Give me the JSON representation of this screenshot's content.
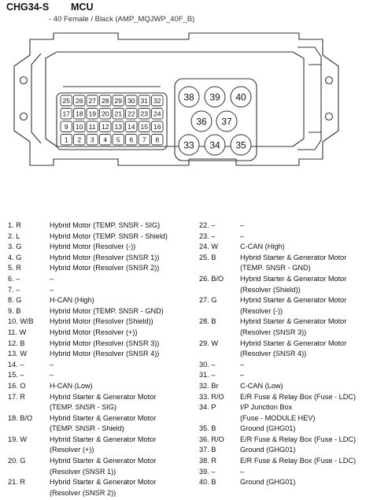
{
  "header": {
    "connector_code": "CHG34-S",
    "connector_name": "MCU",
    "subtitle": "- 40 Female / Black (AMP_MQJWP_40F_B)"
  },
  "connector": {
    "small_rows": [
      [
        "25",
        "26",
        "27",
        "28",
        "29",
        "30",
        "31",
        "32"
      ],
      [
        "17",
        "18",
        "19",
        "20",
        "21",
        "22",
        "23",
        "24"
      ],
      [
        "9",
        "10",
        "11",
        "12",
        "13",
        "14",
        "15",
        "16"
      ],
      [
        "1",
        "2",
        "3",
        "4",
        "5",
        "6",
        "7",
        "8"
      ]
    ],
    "big_top": [
      "38",
      "39",
      "40"
    ],
    "big_mid": [
      "36",
      "37"
    ],
    "big_bottom": [
      "33",
      "34",
      "35"
    ]
  },
  "pins_left": [
    {
      "num": "1. R",
      "desc": [
        "Hybrid Motor (TEMP. SNSR - SIG)"
      ]
    },
    {
      "num": "2. L",
      "desc": [
        "Hybrid Motor (TEMP. SNSR - Shield)"
      ]
    },
    {
      "num": "3. G",
      "desc": [
        "Hybrid Motor (Resolver (-))"
      ]
    },
    {
      "num": "4. G",
      "desc": [
        "Hybrid Motor (Resolver (SNSR 1))"
      ]
    },
    {
      "num": "5. R",
      "desc": [
        "Hybrid Motor (Resolver (SNSR 2))"
      ]
    },
    {
      "num": "6. –",
      "desc": [
        "–"
      ]
    },
    {
      "num": "7. –",
      "desc": [
        "–"
      ]
    },
    {
      "num": "8. G",
      "desc": [
        "H-CAN (High)"
      ]
    },
    {
      "num": "9. B",
      "desc": [
        "Hybrid Motor (TEMP. SNSR - GND)"
      ]
    },
    {
      "num": "10. W/B",
      "desc": [
        "Hybrid Motor (Resolver (Shield))"
      ]
    },
    {
      "num": "11. W",
      "desc": [
        "Hybrid Motor (Resolver (+))"
      ]
    },
    {
      "num": "12. B",
      "desc": [
        "Hybrid Motor (Resolver (SNSR 3))"
      ]
    },
    {
      "num": "13. W",
      "desc": [
        "Hybrid Motor (Resolver (SNSR 4))"
      ]
    },
    {
      "num": "14. –",
      "desc": [
        "–"
      ]
    },
    {
      "num": "15. –",
      "desc": [
        "–"
      ]
    },
    {
      "num": "16. O",
      "desc": [
        "H-CAN (Low)"
      ]
    },
    {
      "num": "17. R",
      "desc": [
        "Hybrid Starter & Generator Motor",
        "(TEMP. SNSR - SIG)"
      ]
    },
    {
      "num": "18. B/O",
      "desc": [
        "Hybrid Starter & Generator Motor",
        "(TEMP. SNSR - Shield)"
      ]
    },
    {
      "num": "19. W",
      "desc": [
        "Hybrid Starter & Generator Motor",
        "(Resolver (+))"
      ]
    },
    {
      "num": "20. G",
      "desc": [
        "Hybrid Starter & Generator Motor",
        "(Resolver (SNSR 1))"
      ]
    },
    {
      "num": "21. R",
      "desc": [
        "Hybrid Starter & Generator Motor",
        "(Resolver (SNSR 2))"
      ]
    }
  ],
  "pins_right": [
    {
      "num": "22. –",
      "desc": [
        "–"
      ]
    },
    {
      "num": "23. –",
      "desc": [
        "–"
      ]
    },
    {
      "num": "24. W",
      "desc": [
        "C-CAN (High)"
      ]
    },
    {
      "num": "25. B",
      "desc": [
        "Hybrid Starter & Generator Motor",
        "(TEMP. SNSR - GND)"
      ]
    },
    {
      "num": "26. B/O",
      "desc": [
        "Hybrid Starter & Generator Motor",
        "(Resolver (Shield))"
      ]
    },
    {
      "num": "27. G",
      "desc": [
        "Hybrid Starter & Generator Motor",
        "(Resolver (-))"
      ]
    },
    {
      "num": "28. B",
      "desc": [
        "Hybrid Starter & Generator Motor",
        "(Resolver (SNSR 3))"
      ]
    },
    {
      "num": "29. W",
      "desc": [
        "Hybrid Starter & Generator Motor",
        "(Resolver (SNSR 4))"
      ]
    },
    {
      "num": "30. –",
      "desc": [
        "–"
      ]
    },
    {
      "num": "31. –",
      "desc": [
        "–"
      ]
    },
    {
      "num": "32. Br",
      "desc": [
        "C-CAN (Low)"
      ]
    },
    {
      "num": "33. R/O",
      "desc": [
        "E/R Fuse & Relay Box (Fuse - LDC)"
      ]
    },
    {
      "num": "34. P",
      "desc": [
        "I/P Junction Box",
        "(Fuse - MODULE HEV)"
      ]
    },
    {
      "num": "35. B",
      "desc": [
        "Ground (GHG01)"
      ]
    },
    {
      "num": "36. R/O",
      "desc": [
        "E/R Fuse & Relay Box (Fuse - LDC)"
      ]
    },
    {
      "num": "37. B",
      "desc": [
        "Ground (GHG01)"
      ]
    },
    {
      "num": "38. R",
      "desc": [
        "E/R Fuse & Relay Box (Fuse - LDC)"
      ]
    },
    {
      "num": "39. –",
      "desc": [
        "–"
      ]
    },
    {
      "num": "40. B",
      "desc": [
        "Ground (GHG01)"
      ]
    }
  ]
}
